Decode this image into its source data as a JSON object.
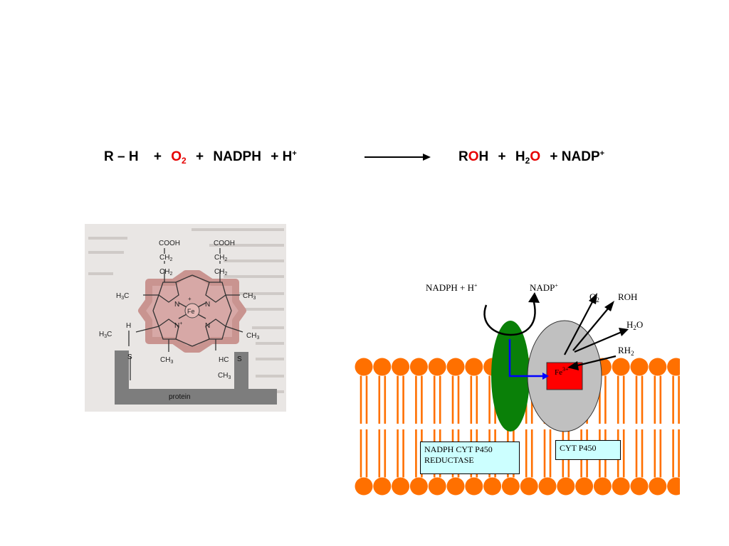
{
  "equation": {
    "reactants": {
      "rh": "R – H",
      "plus1": "+",
      "o2_letter": "O",
      "o2_sub": "2",
      "plus2": "+",
      "nadph": "NADPH",
      "plus3": "+",
      "h": "H",
      "h_sup": "+"
    },
    "products": {
      "r": "R",
      "o": "O",
      "h": "H",
      "plus1": "+",
      "h2": "H",
      "h2_sub": "2",
      "o2": "O",
      "plus2": "+",
      "nadp": "NADP",
      "nadp_sup": "+"
    }
  },
  "heme": {
    "cooh_left": "COOH",
    "cooh_right": "COOH",
    "ch2": "CH",
    "ch2_sub": "2",
    "h3c": "H",
    "h3c_sub": "3",
    "h3c_c": "C",
    "ch3": "CH",
    "ch3_sub": "3",
    "n": "N",
    "n_plus": "+",
    "fe": "Fe",
    "h": "H",
    "s": "S",
    "hc": "HC",
    "protein": "protein"
  },
  "membrane_labels": {
    "nadph": "NADPH + H",
    "nadph_sup": "+",
    "nadp": "NADP",
    "nadp_sup": "+",
    "o2": "O",
    "o2_sub": "2",
    "roh": "ROH",
    "h2o_h": "H",
    "h2o_sub": "2",
    "h2o_o": "O",
    "rh2": "RH",
    "rh2_sub": "2",
    "fe3": "Fe",
    "fe3_sup": "3+",
    "reductase_line1": "NADPH CYT P450",
    "reductase_line2": "REDUCTASE",
    "cyt": "CYT P450"
  },
  "colors": {
    "lipid": "#ff7000",
    "reductase": "#0a8008",
    "cyt": "#c0c0c0",
    "heme_red": "#ff0000",
    "label_box": "#ccffff",
    "electron_arrow": "#0000ff",
    "highlight_red": "#e60000"
  }
}
